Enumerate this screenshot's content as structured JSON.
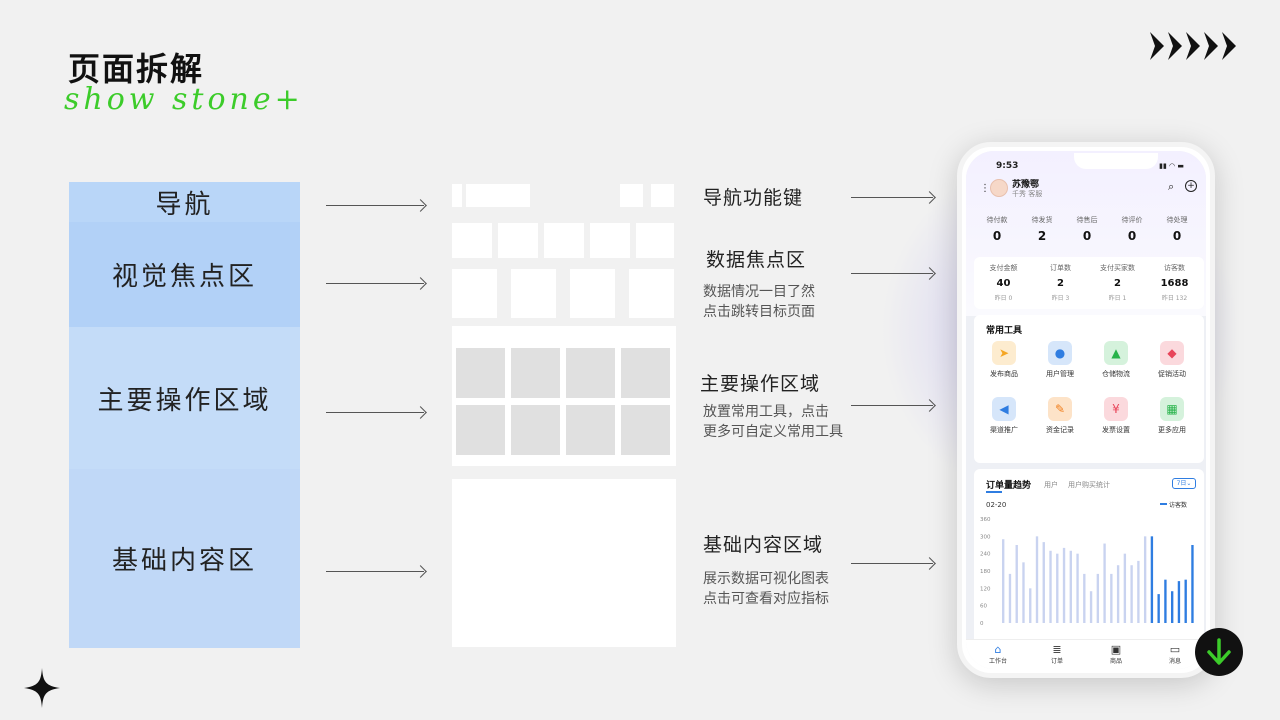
{
  "header": {
    "title_cn": "页面拆解",
    "title_en": "show stone+"
  },
  "left_sections": [
    "导航",
    "视觉焦点区",
    "主要操作区域",
    "基础内容区"
  ],
  "descriptions": [
    {
      "title": "导航功能键",
      "lines": []
    },
    {
      "title": "数据焦点区",
      "lines": [
        "数据情况一目了然",
        "点击跳转目标页面"
      ]
    },
    {
      "title": "主要操作区域",
      "lines": [
        "放置常用工具，点击",
        "更多可自定义常用工具"
      ]
    },
    {
      "title": "基础内容区域",
      "lines": [
        "展示数据可视化图表",
        "点击可查看对应指标"
      ]
    }
  ],
  "phone": {
    "time": "9:53",
    "user_name": "苏豫鄂",
    "user_role": "千秀 客服",
    "order_stats": [
      {
        "label": "待付款",
        "value": "0"
      },
      {
        "label": "待发货",
        "value": "2"
      },
      {
        "label": "待售后",
        "value": "0"
      },
      {
        "label": "待评价",
        "value": "0"
      },
      {
        "label": "待处理",
        "value": "0"
      }
    ],
    "metrics": [
      {
        "label": "支付金额",
        "value": "40",
        "sub": "昨日 0"
      },
      {
        "label": "订单数",
        "value": "2",
        "sub": "昨日 3"
      },
      {
        "label": "支付买家数",
        "value": "2",
        "sub": "昨日 1"
      },
      {
        "label": "访客数",
        "value": "1688",
        "sub": "昨日 132"
      }
    ],
    "tools_title": "常用工具",
    "tools": [
      {
        "label": "发布商品",
        "icon": "send-icon",
        "glyph": "➤",
        "color": "#f5a623",
        "bg": "#fdeccf"
      },
      {
        "label": "用户管理",
        "icon": "user-icon",
        "glyph": "●",
        "color": "#2f7de1",
        "bg": "#d6e6fa"
      },
      {
        "label": "仓储物流",
        "icon": "warehouse-icon",
        "glyph": "▲",
        "color": "#27b34a",
        "bg": "#d5f2dc"
      },
      {
        "label": "促销活动",
        "icon": "tag-icon",
        "glyph": "◆",
        "color": "#e8455a",
        "bg": "#fbd9dd"
      },
      {
        "label": "渠道推广",
        "icon": "megaphone-icon",
        "glyph": "◀",
        "color": "#2f7de1",
        "bg": "#d6e6fa"
      },
      {
        "label": "资金记录",
        "icon": "pen-icon",
        "glyph": "✎",
        "color": "#f07d1a",
        "bg": "#fde3c8"
      },
      {
        "label": "发票设置",
        "icon": "invoice-icon",
        "glyph": "¥",
        "color": "#e8455a",
        "bg": "#fbd9dd"
      },
      {
        "label": "更多应用",
        "icon": "grid-icon",
        "glyph": "▦",
        "color": "#27b34a",
        "bg": "#d5f2dc"
      }
    ],
    "chart_tabs": [
      "订单量趋势",
      "用户",
      "用户购买统计"
    ],
    "chart_range": "7日",
    "chart_data": {
      "type": "bar",
      "date_label": "02-20",
      "legend": "访客数",
      "ylim": [
        0,
        360
      ],
      "yticks": [
        0,
        60,
        120,
        180,
        240,
        300,
        360
      ],
      "values": [
        290,
        170,
        270,
        210,
        120,
        300,
        280,
        250,
        240,
        260,
        250,
        240,
        170,
        110,
        170,
        275,
        170,
        200,
        240,
        200,
        215,
        300,
        300,
        100,
        150,
        110,
        145,
        150,
        270
      ],
      "highlight_from": 22
    },
    "nav": [
      {
        "label": "工作台",
        "icon": "home-icon"
      },
      {
        "label": "订单",
        "icon": "document-icon"
      },
      {
        "label": "商品",
        "icon": "box-icon"
      },
      {
        "label": "消息",
        "icon": "message-icon"
      }
    ]
  }
}
